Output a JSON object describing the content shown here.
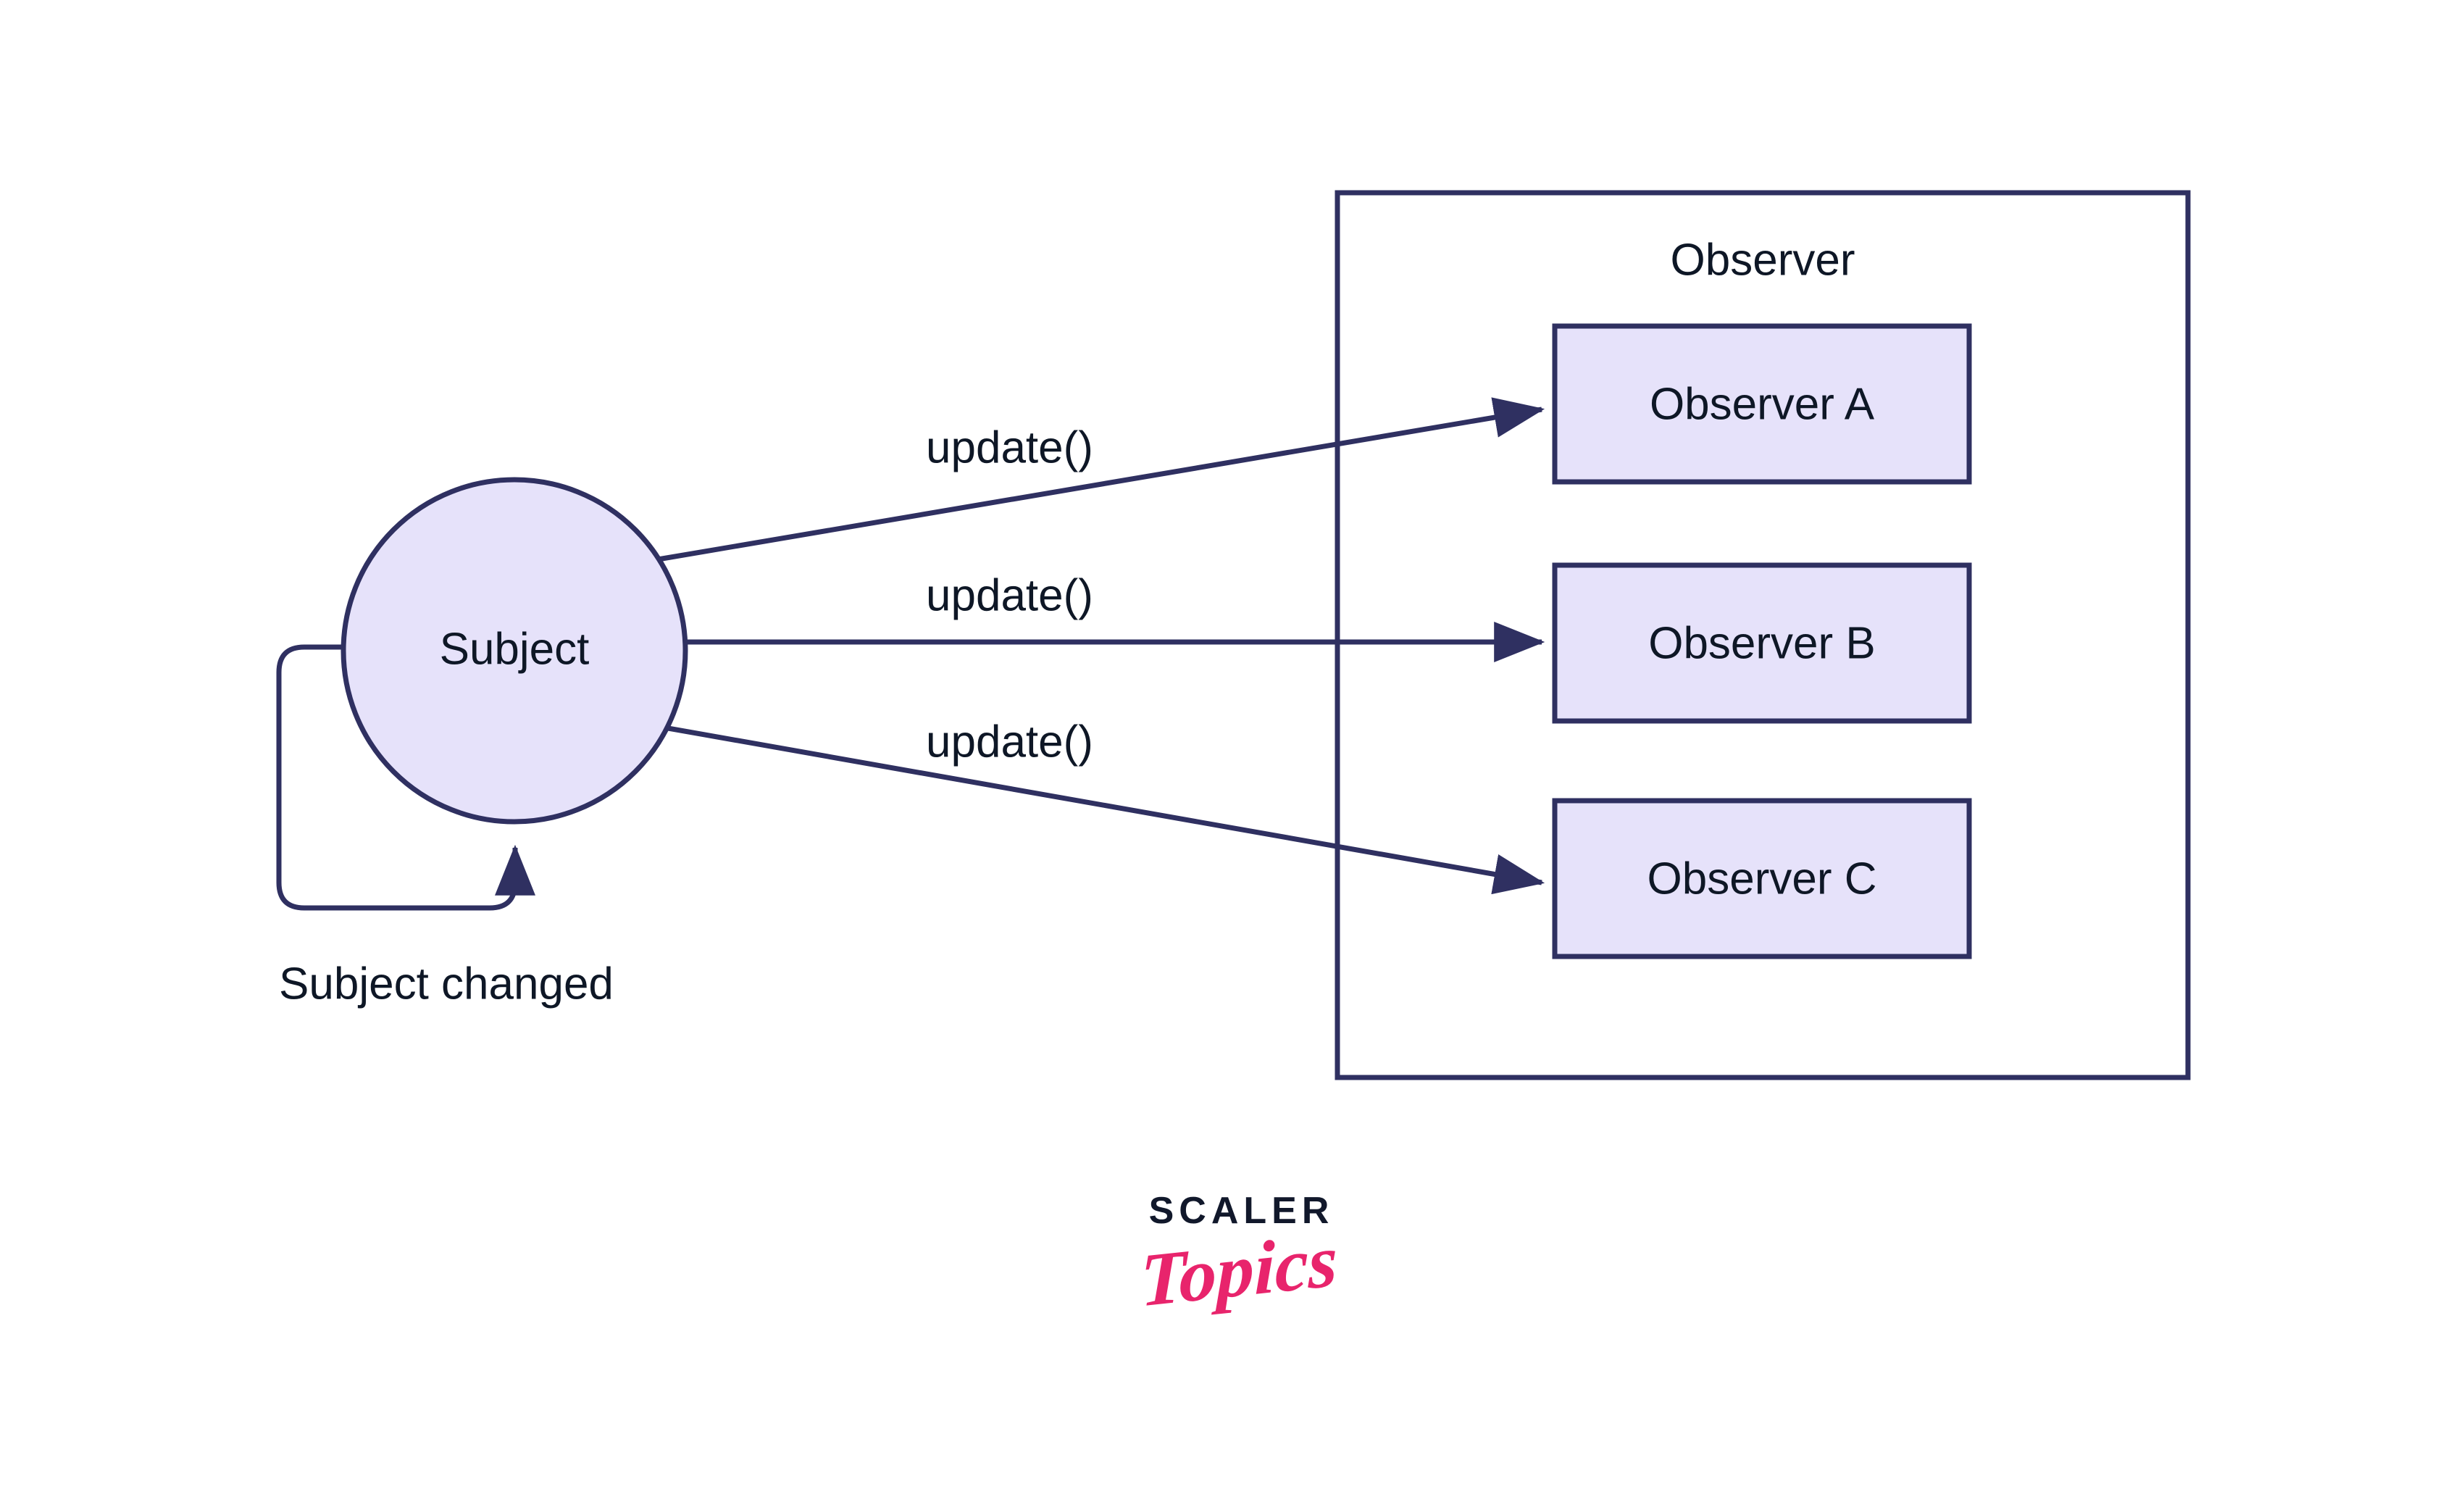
{
  "diagram": {
    "type": "observer-design-pattern",
    "background_color": "#ffffff",
    "stroke_color": "#2f3061",
    "node_fill": "#e6e2fa",
    "text_color": "#0e1726",
    "subject": {
      "label": "Subject",
      "shape": "circle"
    },
    "self_loop": {
      "label": "Subject changed",
      "direction": "back-to-subject"
    },
    "edges": [
      {
        "label": "update()",
        "from": "Subject",
        "to": "Observer A"
      },
      {
        "label": "update()",
        "from": "Subject",
        "to": "Observer B"
      },
      {
        "label": "update()",
        "from": "Subject",
        "to": "Observer C"
      }
    ],
    "observer_group": {
      "title": "Observer",
      "items": [
        {
          "label": "Observer A"
        },
        {
          "label": "Observer B"
        },
        {
          "label": "Observer C"
        }
      ]
    }
  },
  "brand": {
    "primary": "SCALER",
    "secondary": "Topics",
    "primary_color": "#11182b",
    "secondary_color": "#e8246c"
  }
}
